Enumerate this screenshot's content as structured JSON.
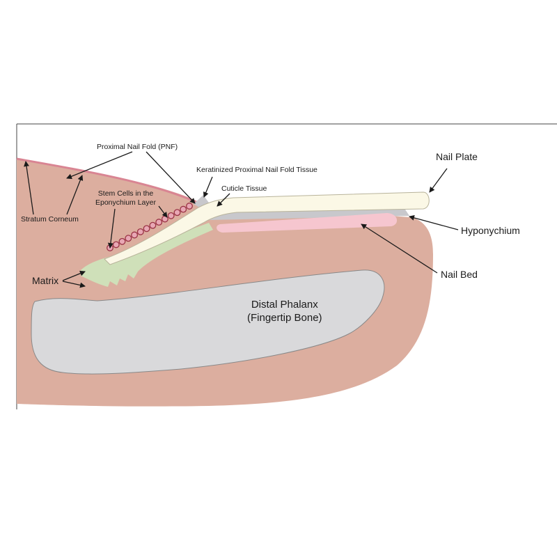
{
  "labels": {
    "proximal_nail_fold": "Proximal Nail Fold (PNF)",
    "keratinized_pnf_tissue": "Keratinized Proximal Nail Fold Tissue",
    "cuticle_tissue": "Cuticle Tissue",
    "stem_cells_line1": "Stem Cells in the",
    "stem_cells_line2": "Eponychium Layer",
    "stratum_corneum": "Stratum Corneum",
    "matrix": "Matrix",
    "nail_plate": "Nail Plate",
    "hyponychium": "Hyponychium",
    "nail_bed": "Nail Bed",
    "distal_phalanx_line1": "Distal Phalanx",
    "distal_phalanx_line2": "(Fingertip Bone)"
  },
  "colors": {
    "skin": "#dcae9f",
    "stratum_corneum_edge": "#d98593",
    "nail_plate": "#fbf8e6",
    "nail_bed": "#f6c6cf",
    "matrix": "#cfe0b9",
    "bone": "#d9d9db",
    "keratin_gray": "#c8c8cc",
    "stem_cell": "#e8a7b4",
    "stem_cell_edge": "#9a3345"
  }
}
